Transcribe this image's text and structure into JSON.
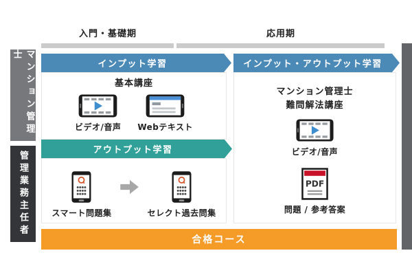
{
  "diagram": {
    "phases": [
      {
        "label": "入門・基礎期"
      },
      {
        "label": "応用期"
      }
    ],
    "tracks": [
      {
        "label": "マンション管理士"
      },
      {
        "label": "管理業務主任者"
      }
    ],
    "input_section": {
      "banner": "インプット学習",
      "course_title": "基本講座",
      "items": [
        {
          "icon": "tablet-video-icon",
          "label": "ビデオ/音声"
        },
        {
          "icon": "tablet-webtext-icon",
          "label": "Webテキスト"
        }
      ]
    },
    "output_section": {
      "banner": "アウトプット学習",
      "items": [
        {
          "icon": "smartphone-quiz-icon",
          "label": "スマート問題集"
        },
        {
          "icon": "smartphone-quiz-icon",
          "label": "セレクト過去問集"
        }
      ],
      "flow_icon": "right-arrow-icon"
    },
    "applied_section": {
      "banner": "インプット・アウトプット学習",
      "course_title_line1": "マンション管理士",
      "course_title_line2": "難問解法講座",
      "items": [
        {
          "icon": "tablet-video-icon",
          "label": "ビデオ/音声"
        },
        {
          "icon": "pdf-document-icon",
          "badge": "PDF",
          "label": "問題 / 参考答案"
        }
      ]
    },
    "footer_banner": "合格コース",
    "colors": {
      "banner_blue": "#4b89b7",
      "banner_teal": "#30a099",
      "banner_orange": "#f59b28",
      "sidebar_gray": "#77787b",
      "sidebar_dark": "#333538",
      "right_bar_gray": "#626468",
      "timeline_gray": "#cbcbcb",
      "pdf_red": "#c81328",
      "play_blue": "#3e8ed0",
      "quiz_q_orange": "#d4532a"
    }
  }
}
